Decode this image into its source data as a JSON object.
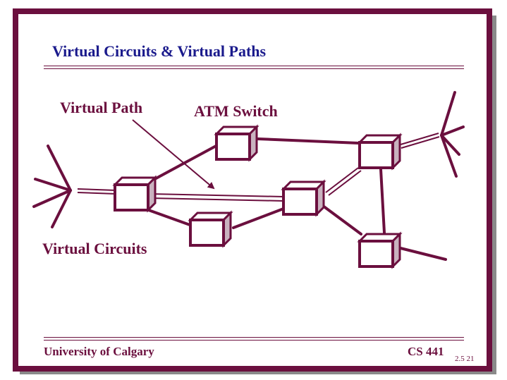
{
  "slide": {
    "title": "Virtual Circuits & Virtual Paths",
    "labels": {
      "virtual_path": "Virtual Path",
      "atm_switch": "ATM Switch",
      "virtual_circuits": "Virtual Circuits"
    },
    "footer": {
      "institution": "University of Calgary",
      "course": "CS 441",
      "page": "2.5  21"
    }
  },
  "colors": {
    "frame": "#6b0f3e",
    "title": "#1a1a8c",
    "switch_side": "#c9b2bf"
  },
  "diagram": {
    "switches": [
      "switch-left",
      "switch-top",
      "switch-center",
      "switch-bottom-left",
      "switch-right-top",
      "switch-right-bottom"
    ],
    "links": [
      "switch-left to switch-top",
      "switch-left to switch-center (virtual path)",
      "switch-left to switch-bottom-left",
      "switch-top to switch-right-top",
      "switch-bottom-left to switch-center",
      "switch-center to switch-right-top (virtual path)",
      "switch-center to switch-right-bottom",
      "switch-right-top to switch-right-bottom"
    ]
  }
}
